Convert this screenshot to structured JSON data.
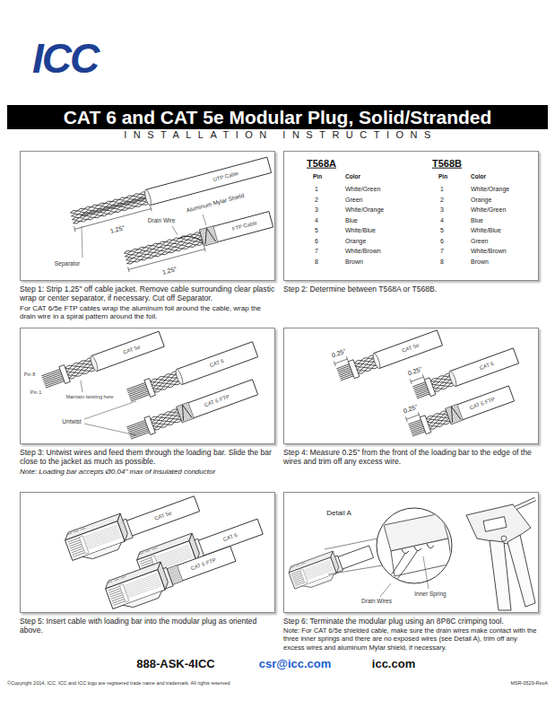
{
  "diagram": {
    "title": "CAT 6 and CAT 5e Modular Plug, Solid/Stranded",
    "nodes": [
      {
        "text": [
          "Step 1: Strip 1.25\" off cable jacket. Remove cable surrounding clear plastic wrap or center separator, if necessary. Cut off Separator.",
          "For CAT 6/5e FTP cables wrap the aluminum foil around the cable, wrap the drain wire in a spiral pattern around the foil."
        ]
      },
      {
        "text": [
          "Step 2: Determine between T568A or T568B."
        ]
      },
      {
        "text": [
          "Step 3: Untwist wires and feed them through the loading bar. Slide the bar close to the jacket as much as possible.",
          "Note: Loading bar accepts Ø0.04\" max of insulated conductor"
        ]
      },
      {
        "text": [
          "Step 4: Measure 0.25\" from the front of the loading bar to the edge of the wires and trim off any excess wire."
        ]
      },
      {
        "text": [
          "Step 5: Insert cable with loading bar into the modular plug as oriented above."
        ]
      },
      {
        "text": [
          "Step 6: Terminate the modular plug using an 8P8C crimping tool.",
          "Note: For CAT 6/5e shielded cable, make sure the drain wires make contact with the three inner springs and there are no exposed wires (see Detail A), trim off any excess wires and aluminum Mylar shield, if necessary."
        ]
      }
    ],
    "labels": [
      "ICC",
      "INSTALLATION INSTRUCTIONS",
      "UTP Cable",
      "Aluminum Mylar Shield",
      "FTP Cable",
      "Drain Wire",
      "1.25\"",
      "1.25\"",
      "Separator",
      "T568A",
      "Pin",
      "Color",
      "1",
      "White/Green",
      "2",
      "Green",
      "3",
      "White/Orange",
      "4",
      "Blue",
      "5",
      "White/Blue",
      "6",
      "Orange",
      "7",
      "White/Brown",
      "8",
      "Brown",
      "T568B",
      "Pin",
      "Color",
      "1",
      "White/Orange",
      "2",
      "Orange",
      "3",
      "White/Green",
      "4",
      "Blue",
      "5",
      "White/Blue",
      "6",
      "Green",
      "7",
      "White/Brown",
      "8",
      "Brown",
      "CAT 5e",
      "CAT 6",
      "CAT 6 FTP",
      "Maintain twisting here",
      "Untwist",
      "Pin 8",
      "Pin 1",
      "CAT 5e",
      "CAT 6",
      "CAT 6 FTP",
      "0.25\"",
      "0.25\"",
      "0.25\"",
      "CAT 5e",
      "CAT 6",
      "CAT 6 FTP",
      "Detail A",
      "Inner Spring",
      "Drain Wires",
      "888-ASK-4ICC",
      "csr@icc.com",
      "icc.com",
      "©Copyright 2014, ICC. ICC and ICC logo are registered trade name and trademark. All rights reserved",
      "MSR-0529-RevA"
    ]
  }
}
